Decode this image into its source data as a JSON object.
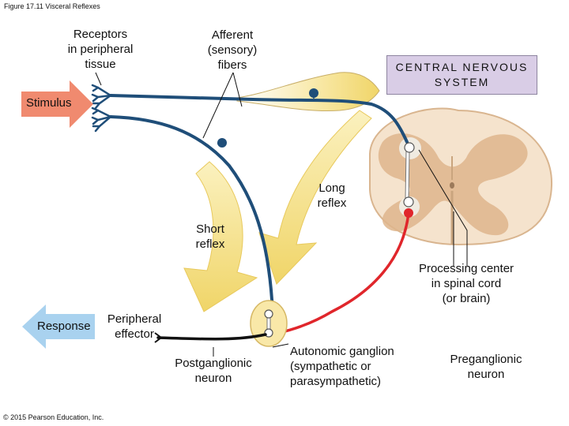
{
  "figure_title": "Figure 17.11 Visceral Reflexes",
  "copyright": "© 2015 Pearson Education, Inc.",
  "labels": {
    "receptors": [
      "Receptors",
      "in peripheral",
      "tissue"
    ],
    "afferent": [
      "Afferent",
      "(sensory)",
      "fibers"
    ],
    "cns": [
      "CENTRAL NERVOUS",
      "SYSTEM"
    ],
    "stimulus": "Stimulus",
    "long_reflex": [
      "Long",
      "reflex"
    ],
    "short_reflex": [
      "Short",
      "reflex"
    ],
    "processing_center": [
      "Processing center",
      "in spinal cord",
      "(or brain)"
    ],
    "response": "Response",
    "peripheral_effector": [
      "Peripheral",
      "effector"
    ],
    "postganglionic": [
      "Postganglionic",
      "neuron"
    ],
    "autonomic_ganglion": [
      "Autonomic ganglion",
      "(sympathetic or",
      "parasympathetic)"
    ],
    "preganglionic": [
      "Preganglionic",
      "neuron"
    ]
  },
  "colors": {
    "afferent_neuron": "#1f4e79",
    "preganglionic_neuron": "#e0262b",
    "postganglionic_neuron": "#111111",
    "reflex_arrows": "#f3dd7c",
    "stimulus_arrow": "#f08a6f",
    "response_arrow": "#a9d2ef",
    "cns_box": "#d9cde6",
    "spinal_cord": "#f5e3cd",
    "gray_matter": "#deb58c"
  }
}
